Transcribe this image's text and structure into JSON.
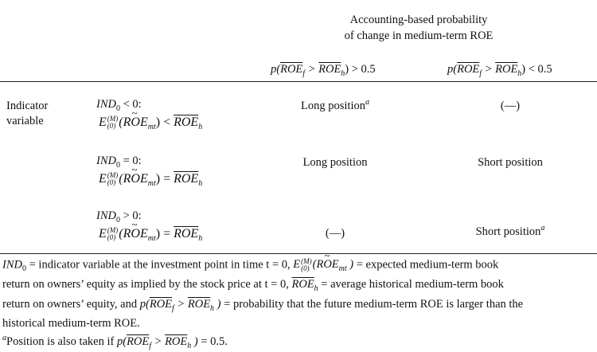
{
  "header": {
    "title_line1": "Accounting-based probability",
    "title_line2": "of change in medium-term ROE",
    "col1": {
      "lead": "p(",
      "a": "ROE",
      "a_sub": "f",
      "gt": " > ",
      "b": "ROE",
      "b_sub": "h",
      "tail": ") > 0.5"
    },
    "col2": {
      "lead": "p(",
      "a": "ROE",
      "a_sub": "f",
      "gt": " > ",
      "b": "ROE",
      "b_sub": "h",
      "tail": ") < 0.5"
    }
  },
  "row_header": {
    "line1": "Indicator",
    "line2": "variable"
  },
  "rows": [
    {
      "ind": "IND",
      "ind_sub": "0",
      "cond": " < 0:",
      "E": "E",
      "E_sup": "(M)",
      "E_sub": "(0)",
      "roe_open": "(R",
      "roe_tilde": "O",
      "roe_rest": "E",
      "roe_sub": "mt",
      "rel": ") < ",
      "rhs": "ROE",
      "rhs_sub": "h",
      "cell1": "Long position",
      "cell1_sup": "a",
      "cell2": "(—)",
      "cell2_sup": ""
    },
    {
      "ind": "IND",
      "ind_sub": "0",
      "cond": " = 0:",
      "E": "E",
      "E_sup": "(M)",
      "E_sub": "(0)",
      "roe_open": "(R",
      "roe_tilde": "O",
      "roe_rest": "E",
      "roe_sub": "mt",
      "rel": ") = ",
      "rhs": "ROE",
      "rhs_sub": "h",
      "cell1": "Long position",
      "cell1_sup": "",
      "cell2": "Short position",
      "cell2_sup": ""
    },
    {
      "ind": "IND",
      "ind_sub": "0",
      "cond": " > 0:",
      "E": "E",
      "E_sup": "(M)",
      "E_sub": "(0)",
      "roe_open": "(R",
      "roe_tilde": "O",
      "roe_rest": "E",
      "roe_sub": "mt",
      "rel": ") = ",
      "rhs": "ROE",
      "rhs_sub": "h",
      "cell1": "(—)",
      "cell1_sup": "",
      "cell2": "Short position",
      "cell2_sup": "a"
    }
  ],
  "notes": {
    "line1_a": "IND",
    "line1_a_sub": "0",
    "line1_b": " = indicator variable at the investment point in time t = 0, ",
    "line1_c": " = expected medium-term book",
    "line2": "return on owners’ equity as implied by the stock price at t = 0, ",
    "line2_b": " = average historical medium-term book",
    "line3": "return on owners’ equity, and  ",
    "line3_b": " = probability that the future medium-term ROE is larger than the",
    "line4": "historical medium-term ROE.",
    "foot_sup": "a",
    "foot": "Position is also taken if  ",
    "foot_tail": " = 0.5."
  }
}
